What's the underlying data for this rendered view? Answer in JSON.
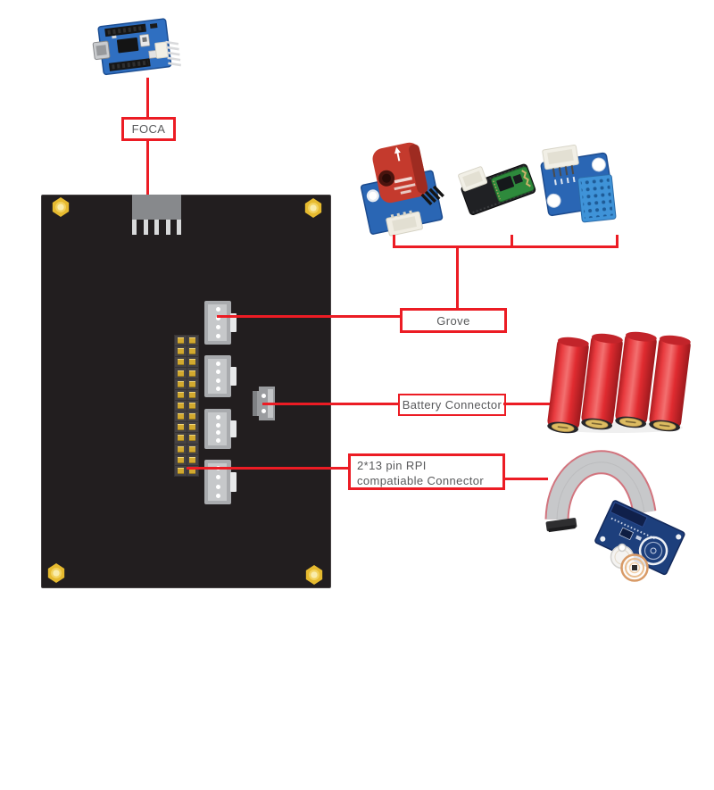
{
  "page": {
    "background": "#ffffff"
  },
  "colors": {
    "annotation_red": "#ec1c24",
    "label_text": "#58595b",
    "board_black": "#221e1f",
    "screw_gold": "#e6ba2f",
    "connector_gray": "#a9abae",
    "pin_gold": "#d2a92f",
    "pcb_blue": "#2a66b4",
    "battery_red": "#e02b30"
  },
  "labels": {
    "foca": "FOCA",
    "grove": "Grove",
    "battery_connector": "Battery Connector",
    "rpi_connector": "2*13 pin RPI compatiable Connector"
  },
  "images": {
    "foca_board": "foca-usb-serial-adapter-board",
    "current_sensor": "analog-current-sensor-module",
    "bluetooth_module": "bluetooth-serial-module",
    "dht11_module": "dht11-temperature-humidity-module",
    "battery_pack": "four-18650-red-batteries",
    "rfid_kit": "rfid-reader-board-with-ribbon-cable"
  }
}
